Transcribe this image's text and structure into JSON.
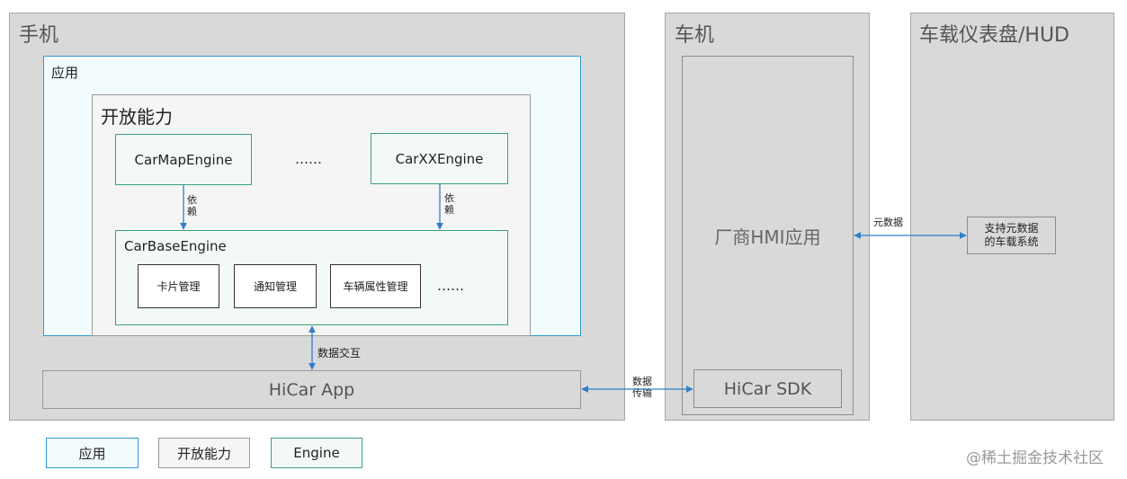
{
  "phone": {
    "title": "手机"
  },
  "car": {
    "title": "车机"
  },
  "dash": {
    "title": "车载仪表盘/HUD"
  },
  "app_box": {
    "label": "应用"
  },
  "open_box": {
    "label": "开放能力"
  },
  "engines": {
    "map": "CarMapEngine",
    "dots": "……",
    "xx": "CarXXEngine",
    "depend": "依\n赖"
  },
  "base": {
    "label": "CarBaseEngine",
    "items": [
      "卡片管理",
      "通知管理",
      "车辆属性管理",
      "……"
    ]
  },
  "data_exchange": "数据交互",
  "hicar_app": "HiCar App",
  "data_transfer": "数据\n传输",
  "vendor_hmi": "厂商HMI应用",
  "hicar_sdk": "HiCar SDK",
  "metadata": "元数据",
  "meta_system": "支持元数据\n的车载系统",
  "legend": [
    "应用",
    "开放能力",
    "Engine"
  ],
  "watermark": "@稀土掘金技术社区",
  "colors": {
    "blue": "#2e7fc8",
    "green": "#3aa37c",
    "appBorder": "#2e9bd6"
  }
}
